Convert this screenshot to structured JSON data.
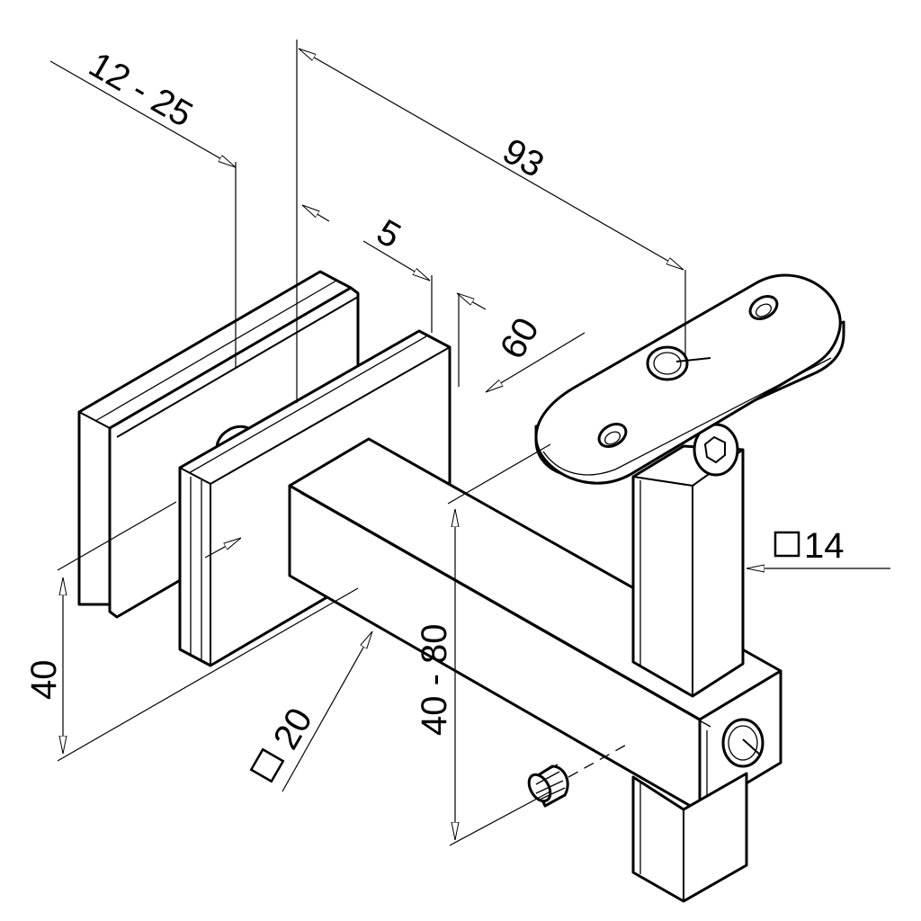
{
  "colors": {
    "line": "#000000",
    "background": "#ffffff"
  },
  "dimensions": {
    "glass_thickness": "12 - 25",
    "overall_depth": "93",
    "plate_gap": "5",
    "saddle_length": "60",
    "post_square": "14",
    "arm_square": "20",
    "clamp_height": "40",
    "height_adjust": "40 - 80"
  }
}
